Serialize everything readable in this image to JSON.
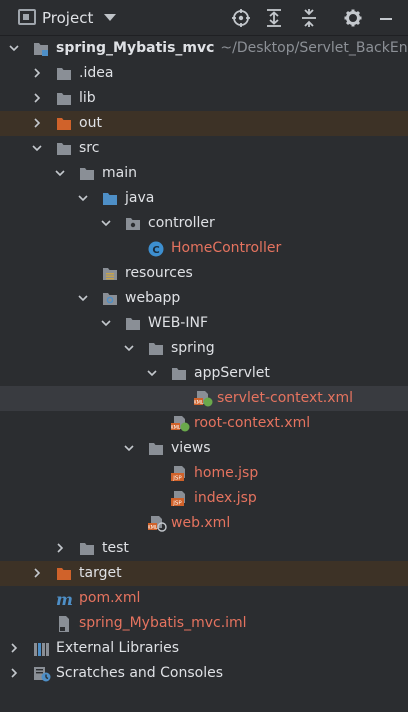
{
  "header": {
    "title": "Project",
    "icons": [
      "locate-icon",
      "expand-all-icon",
      "collapse-all-icon",
      "gear-icon",
      "hide-icon"
    ]
  },
  "tree": [
    {
      "label": "spring_Mybatis_mvc",
      "path": "~/Desktop/Servlet_BackEnd/",
      "depth": 0,
      "expanded": true,
      "icon": "module-icon",
      "bold": true
    },
    {
      "label": ".idea",
      "depth": 1,
      "expanded": false,
      "icon": "folder-icon"
    },
    {
      "label": "lib",
      "depth": 1,
      "expanded": false,
      "icon": "folder-icon"
    },
    {
      "label": "out",
      "depth": 1,
      "expanded": false,
      "icon": "excluded-folder-icon",
      "excluded": true
    },
    {
      "label": "src",
      "depth": 1,
      "expanded": true,
      "icon": "folder-icon"
    },
    {
      "label": "main",
      "depth": 2,
      "expanded": true,
      "icon": "folder-icon"
    },
    {
      "label": "java",
      "depth": 3,
      "expanded": true,
      "icon": "source-folder-icon"
    },
    {
      "label": "controller",
      "depth": 4,
      "expanded": true,
      "icon": "package-icon"
    },
    {
      "label": "HomeController",
      "depth": 5,
      "icon": "java-class-icon",
      "red": true
    },
    {
      "label": "resources",
      "depth": 3,
      "icon": "resources-folder-icon"
    },
    {
      "label": "webapp",
      "depth": 3,
      "expanded": true,
      "icon": "web-folder-icon"
    },
    {
      "label": "WEB-INF",
      "depth": 4,
      "expanded": true,
      "icon": "folder-icon"
    },
    {
      "label": "spring",
      "depth": 5,
      "expanded": true,
      "icon": "folder-icon"
    },
    {
      "label": "appServlet",
      "depth": 6,
      "expanded": true,
      "icon": "folder-icon"
    },
    {
      "label": "servlet-context.xml",
      "depth": 7,
      "icon": "spring-xml-icon",
      "red": true,
      "selected": true
    },
    {
      "label": "root-context.xml",
      "depth": 6,
      "icon": "spring-xml-icon",
      "red": true
    },
    {
      "label": "views",
      "depth": 5,
      "expanded": true,
      "icon": "folder-icon"
    },
    {
      "label": "home.jsp",
      "depth": 6,
      "icon": "jsp-icon",
      "red": true
    },
    {
      "label": "index.jsp",
      "depth": 6,
      "icon": "jsp-icon",
      "red": true
    },
    {
      "label": "web.xml",
      "depth": 5,
      "icon": "web-xml-icon",
      "red": true
    },
    {
      "label": "test",
      "depth": 2,
      "expanded": false,
      "icon": "folder-icon"
    },
    {
      "label": "target",
      "depth": 1,
      "expanded": false,
      "icon": "excluded-folder-icon",
      "excluded": true
    },
    {
      "label": "pom.xml",
      "depth": 1,
      "icon": "maven-icon",
      "red": true
    },
    {
      "label": "spring_Mybatis_mvc.iml",
      "depth": 1,
      "icon": "iml-file-icon",
      "red": true
    },
    {
      "label": "External Libraries",
      "depth": 0,
      "expanded": false,
      "icon": "libraries-icon"
    },
    {
      "label": "Scratches and Consoles",
      "depth": 0,
      "expanded": false,
      "icon": "scratches-icon"
    }
  ],
  "colors": {
    "background": "#2b2d30",
    "text": "#dfe1e5",
    "unversioned": "#e5735f",
    "excluded_row": "#3d3226",
    "selected_row": "#393b40",
    "folder": "#8a8f96",
    "excluded_folder": "#d0622a",
    "source_folder": "#4e8fc7"
  }
}
